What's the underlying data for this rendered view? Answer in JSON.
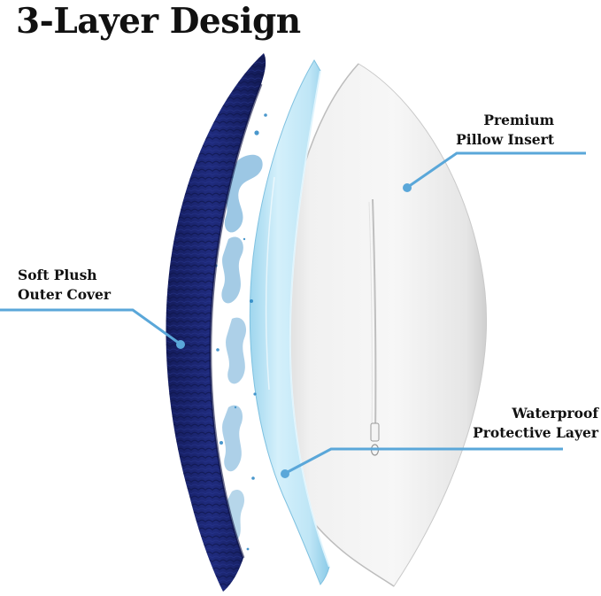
{
  "title": "3-Layer Design",
  "labels": {
    "premium": [
      "Premium",
      "Pillow Insert"
    ],
    "soft": [
      "Soft Plush",
      "Outer Cover"
    ],
    "waterproof": [
      "Waterproof",
      "Protective Layer"
    ]
  },
  "colors": {
    "outer_cover": "#1b2673",
    "waterproof_layer": "#bfe6f6",
    "splash": "#2a86c4",
    "insert": "#f3f3f3",
    "callout_line": "#5aa7d9"
  },
  "icons": [
    "zipper-icon",
    "water-splash-icon"
  ]
}
